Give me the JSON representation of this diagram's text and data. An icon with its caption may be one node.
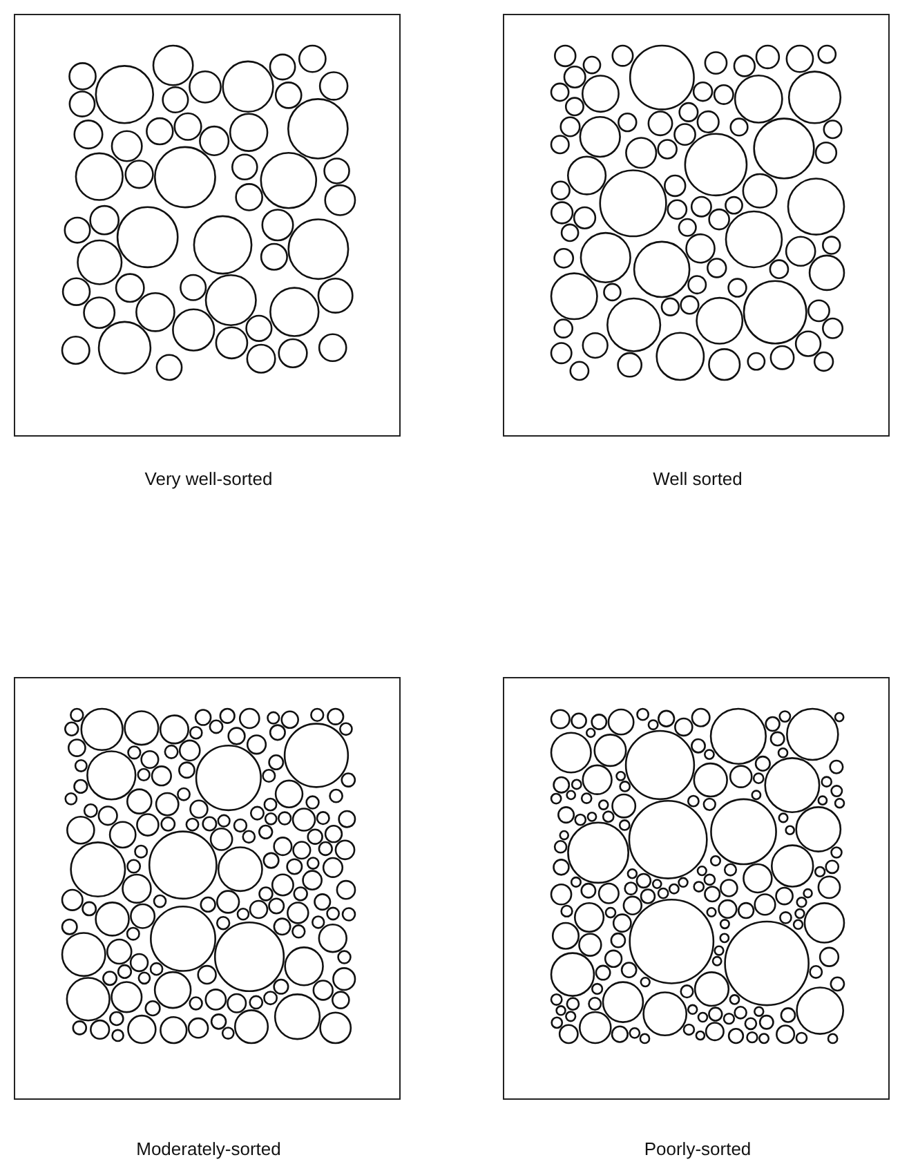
{
  "diagram": {
    "nodes": [
      {
        "text": [
          "Very well-sorted"
        ]
      },
      {
        "text": [
          "Well sorted"
        ]
      },
      {
        "text": [
          "Moderately-sorted"
        ]
      },
      {
        "text": [
          "Poorly-sorted"
        ]
      }
    ]
  }
}
